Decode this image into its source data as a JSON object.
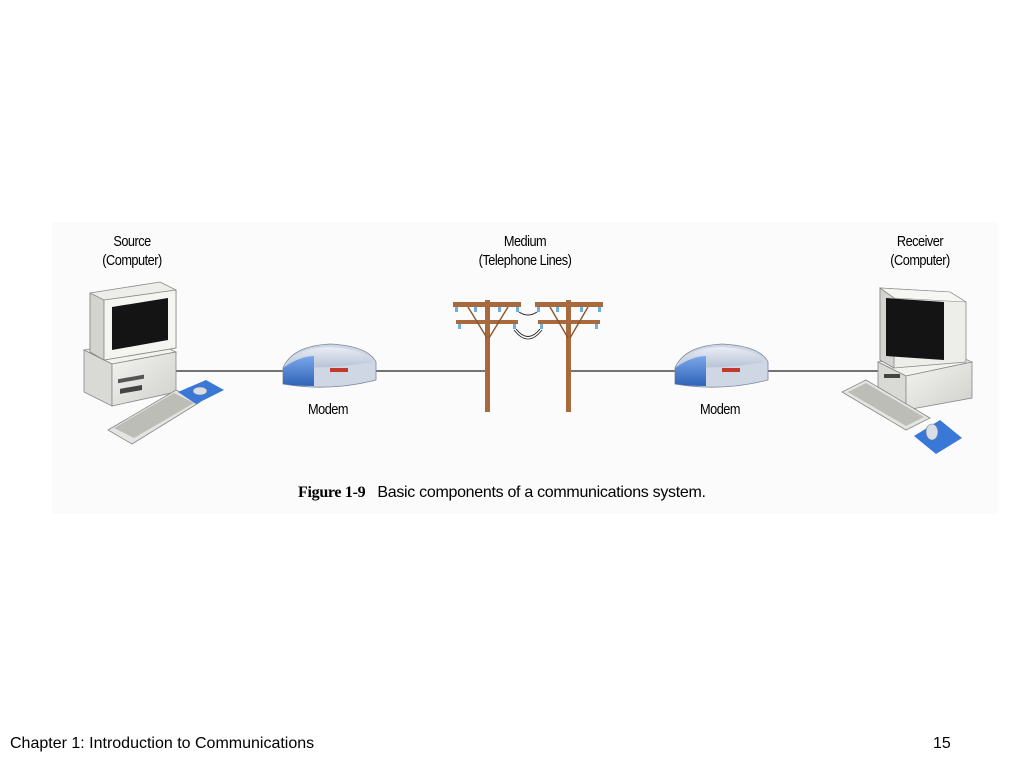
{
  "figure": {
    "source_label": [
      "Source",
      "(Computer)"
    ],
    "medium_label": [
      "Medium",
      "(Telephone Lines)"
    ],
    "receiver_label": [
      "Receiver",
      "(Computer)"
    ],
    "modem_left_label": "Modem",
    "modem_right_label": "Modem",
    "caption_number": "Figure 1-9",
    "caption_text": "Basic components of a communications system."
  },
  "footer": {
    "chapter": "Chapter 1:  Introduction to Communications",
    "page_number": "15"
  },
  "icons": [
    "computer-icon",
    "keyboard-icon",
    "mouse-icon",
    "modem-icon",
    "telephone-pole-icon"
  ],
  "colors": {
    "modem_blue": "#4a7fd0",
    "pole_brown": "#a86a3c",
    "mousepad_blue": "#3a78d8",
    "computer_beige": "#e6e6e2"
  }
}
